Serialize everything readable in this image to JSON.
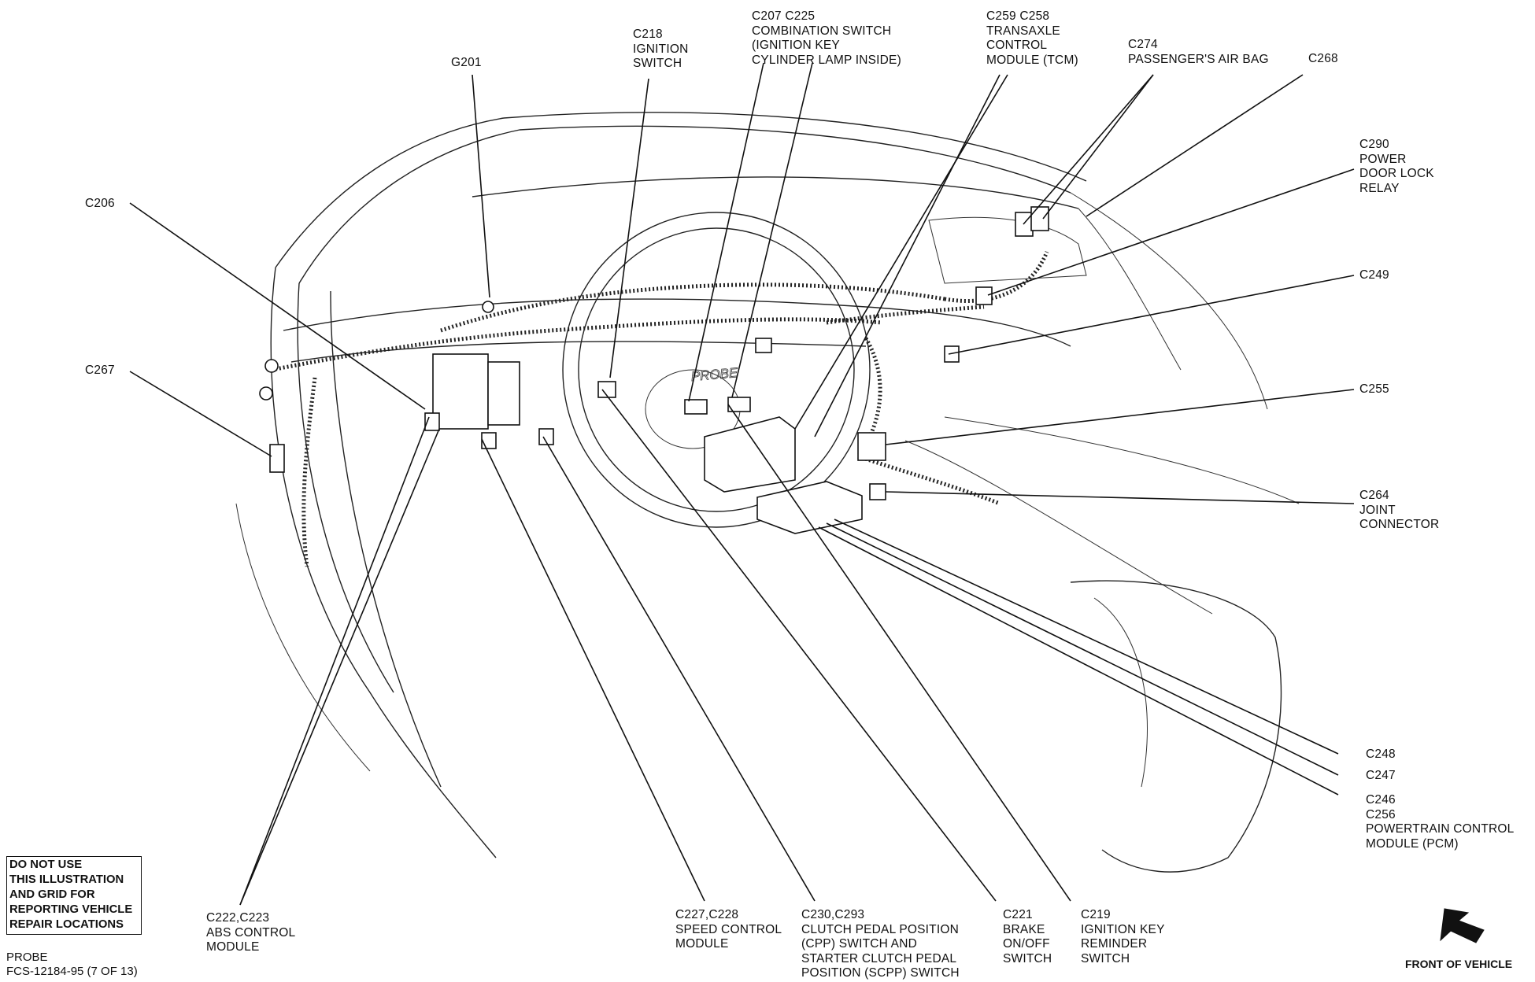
{
  "labels": {
    "g201": "G201",
    "c218": "C218\nIGNITION\nSWITCH",
    "c207": "C207  C225\nCOMBINATION SWITCH\n(IGNITION KEY\nCYLINDER LAMP INSIDE)",
    "c259": "C259  C258\nTRANSAXLE\nCONTROL\nMODULE (TCM)",
    "c274": "C274\nPASSENGER'S AIR BAG",
    "c268": "C268",
    "c290": "C290\nPOWER\nDOOR LOCK\nRELAY",
    "c249": "C249",
    "c255": "C255",
    "c264": "C264\nJOINT\nCONNECTOR",
    "c248": "C248",
    "c247": "C247",
    "c246": "C246\nC256\nPOWERTRAIN CONTROL\nMODULE (PCM)",
    "c206": "C206",
    "c267": "C267",
    "c222": "C222,C223\nABS CONTROL\nMODULE",
    "c227": "C227,C228\nSPEED CONTROL\nMODULE",
    "c230": "C230,C293\nCLUTCH PEDAL POSITION\n(CPP) SWITCH AND\nSTARTER CLUTCH PEDAL\nPOSITION (SCPP) SWITCH",
    "c221": "C221\nBRAKE\nON/OFF\nSWITCH",
    "c219": "C219\nIGNITION KEY\nREMINDER\nSWITCH"
  },
  "warning": "DO NOT USE\nTHIS ILLUSTRATION\nAND GRID FOR\nREPORTING VEHICLE\nREPAIR LOCATIONS",
  "footer": "PROBE\nFCS-12184-95 (7 OF 13)",
  "dash_badge": "PROBE",
  "front_of_vehicle": "FRONT OF VEHICLE",
  "icons": {
    "front_arrow": "arrow-icon"
  }
}
